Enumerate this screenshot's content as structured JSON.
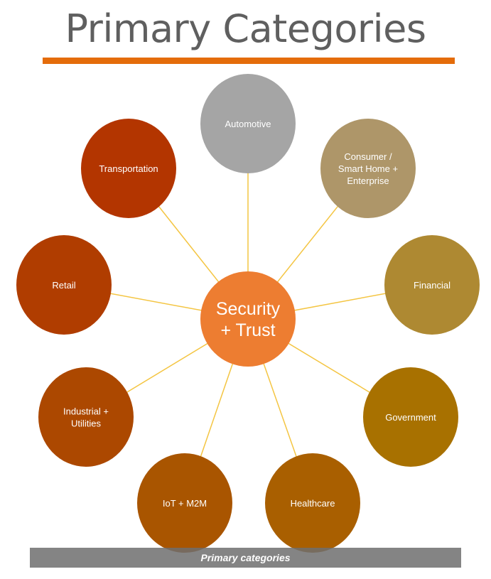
{
  "title": "Primary Categories",
  "caption": "Primary categories",
  "colors": {
    "title_text": "#5f5f5f",
    "underline": "#e46c0a",
    "connector": "#f4c542",
    "center": "#ed7d31",
    "caption_bar": "#6e6e6e"
  },
  "center": {
    "lines": [
      "Security",
      "+ Trust"
    ]
  },
  "nodes": [
    {
      "id": "automotive",
      "lines": [
        "Automotive"
      ],
      "color": "#a5a5a5"
    },
    {
      "id": "consumer",
      "lines": [
        "Consumer /",
        "Smart Home +",
        "Enterprise"
      ],
      "color": "#ae9669"
    },
    {
      "id": "financial",
      "lines": [
        "Financial"
      ],
      "color": "#ae8932"
    },
    {
      "id": "government",
      "lines": [
        "Government"
      ],
      "color": "#a87100"
    },
    {
      "id": "healthcare",
      "lines": [
        "Healthcare"
      ],
      "color": "#a95f00"
    },
    {
      "id": "iot",
      "lines": [
        "IoT + M2M"
      ],
      "color": "#a95500"
    },
    {
      "id": "industrial",
      "lines": [
        "Industrial +",
        "Utilities"
      ],
      "color": "#ac4800"
    },
    {
      "id": "retail",
      "lines": [
        "Retail"
      ],
      "color": "#b03d00"
    },
    {
      "id": "transportation",
      "lines": [
        "Transportation"
      ],
      "color": "#b33500"
    }
  ]
}
